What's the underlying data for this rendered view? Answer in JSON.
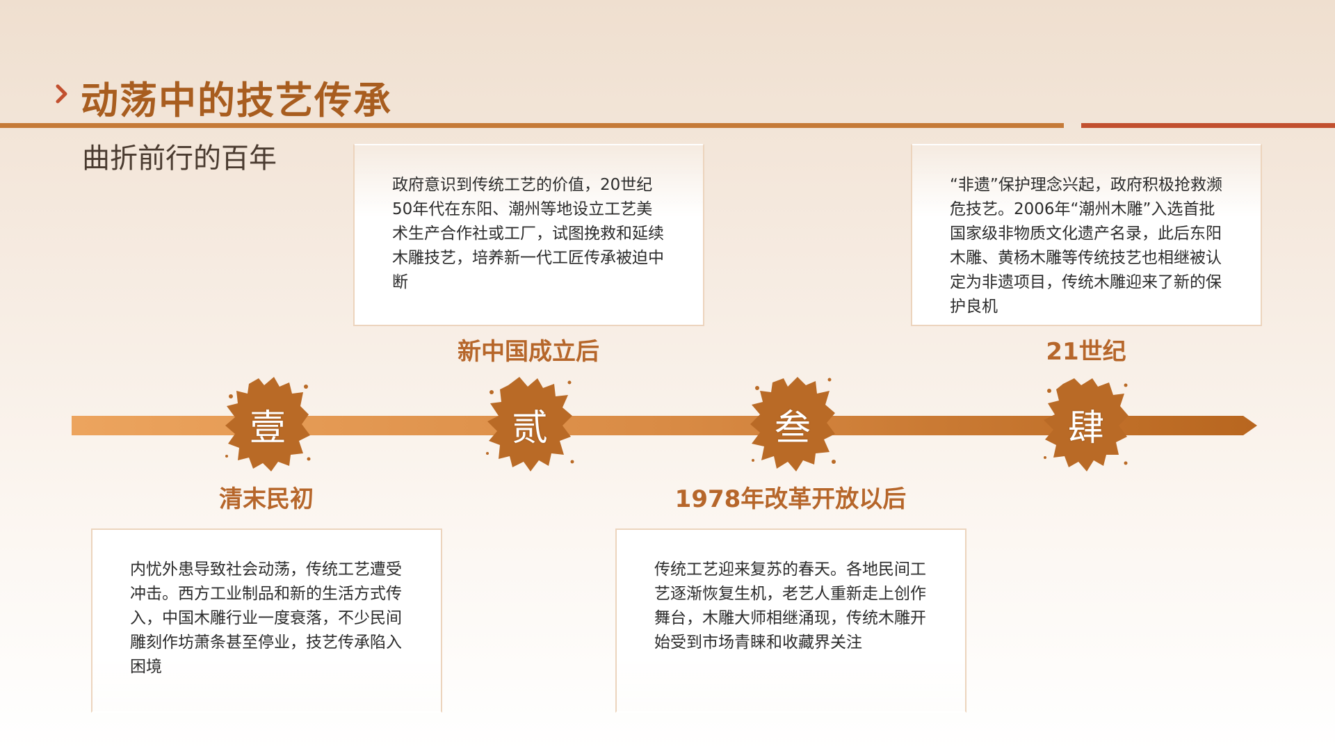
{
  "header": {
    "title": "动荡中的技艺传承",
    "subtitle": "曲折前行的百年"
  },
  "colors": {
    "accent": "#a85d1f",
    "badge": "#b96a26",
    "rule": "#c57a38",
    "rule_accent": "#c2502f"
  },
  "timeline": [
    {
      "numeral": "壹",
      "era": "清末民初",
      "text": "内忧外患导致社会动荡，传统工艺遭受冲击。西方工业制品和新的生活方式传入，中国木雕行业一度衰落，不少民间雕刻作坊萧条甚至停业，技艺传承陷入困境"
    },
    {
      "numeral": "贰",
      "era": "新中国成立后",
      "text": "政府意识到传统工艺的价值，20世纪50年代在东阳、潮州等地设立工艺美术生产合作社或工厂，试图挽救和延续木雕技艺，培养新一代工匠传承被迫中断"
    },
    {
      "numeral": "叁",
      "era": "1978年改革开放以后",
      "text": "传统工艺迎来复苏的春天。各地民间工艺逐渐恢复生机，老艺人重新走上创作舞台，木雕大师相继涌现，传统木雕开始受到市场青睐和收藏界关注"
    },
    {
      "numeral": "肆",
      "era": "21世纪",
      "text": "“非遗”保护理念兴起，政府积极抢救濒危技艺。2006年“潮州木雕”入选首批国家级非物质文化遗产名录，此后东阳木雕、黄杨木雕等传统技艺也相继被认定为非遗项目，传统木雕迎来了新的保护良机"
    }
  ]
}
